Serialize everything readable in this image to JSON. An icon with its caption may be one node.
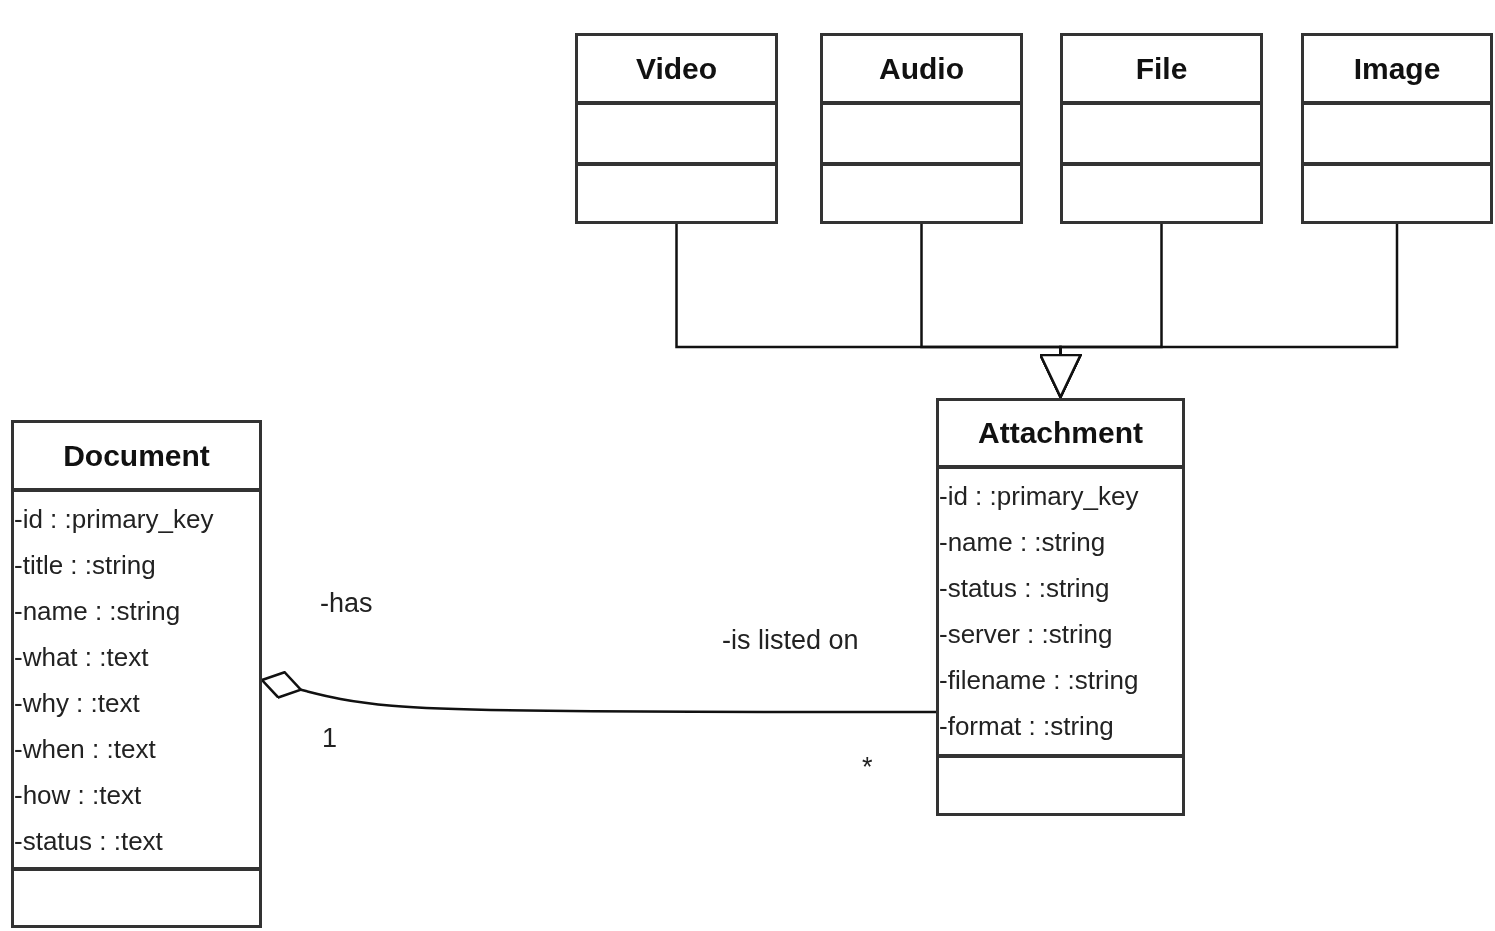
{
  "diagram": {
    "nodes": [
      {
        "text": [
          "Video"
        ]
      },
      {
        "text": [
          "Audio"
        ]
      },
      {
        "text": [
          "File"
        ]
      },
      {
        "text": [
          "Image"
        ]
      },
      {
        "text": [
          "Attachment",
          "-id : :primary_key",
          "-name : :string",
          "-status : :string",
          "-server : :string",
          "-filename : :string",
          "-format : :string"
        ]
      },
      {
        "text": [
          "Document",
          "-id : :primary_key",
          "-title : :string",
          "-name : :string",
          "-what : :text",
          "-why : :text",
          "-when : :text",
          "-how : :text",
          "-status : :text"
        ]
      }
    ],
    "edges": [
      {
        "from": 0,
        "to": 4,
        "arrow": "to"
      },
      {
        "from": 1,
        "to": 4,
        "arrow": "to"
      },
      {
        "from": 2,
        "to": 4,
        "arrow": "to"
      },
      {
        "from": 3,
        "to": 4,
        "arrow": "to"
      },
      {
        "from": 5,
        "to": 4,
        "arrow": "other"
      }
    ],
    "labels": [
      "-has",
      "-is listed on",
      "1",
      "*"
    ]
  }
}
